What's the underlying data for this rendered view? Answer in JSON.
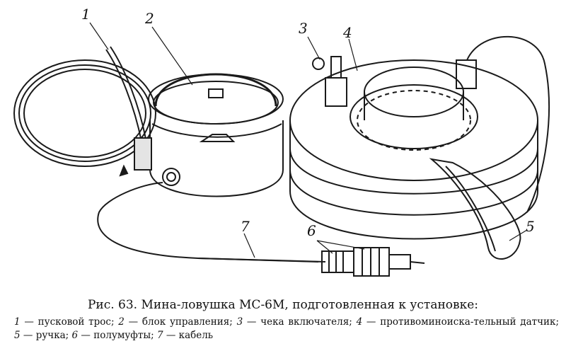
{
  "figure": {
    "callouts": [
      "1",
      "2",
      "3",
      "4",
      "5",
      "6",
      "7"
    ]
  },
  "caption": {
    "figure_label": "Рис. 63.",
    "title": "Мина-ловушка МС-6М, подготовленная к установке:",
    "legend": [
      {
        "num": "1",
        "text": "пусковой трос;"
      },
      {
        "num": "2",
        "text": "блок управления;"
      },
      {
        "num": "3",
        "text": "чека включателя;"
      },
      {
        "num": "4",
        "text": "противоминоиска-тельный датчик;"
      },
      {
        "num": "5",
        "text": "ручка;"
      },
      {
        "num": "6",
        "text": "полумуфты;"
      },
      {
        "num": "7",
        "text": "кабель"
      }
    ]
  }
}
